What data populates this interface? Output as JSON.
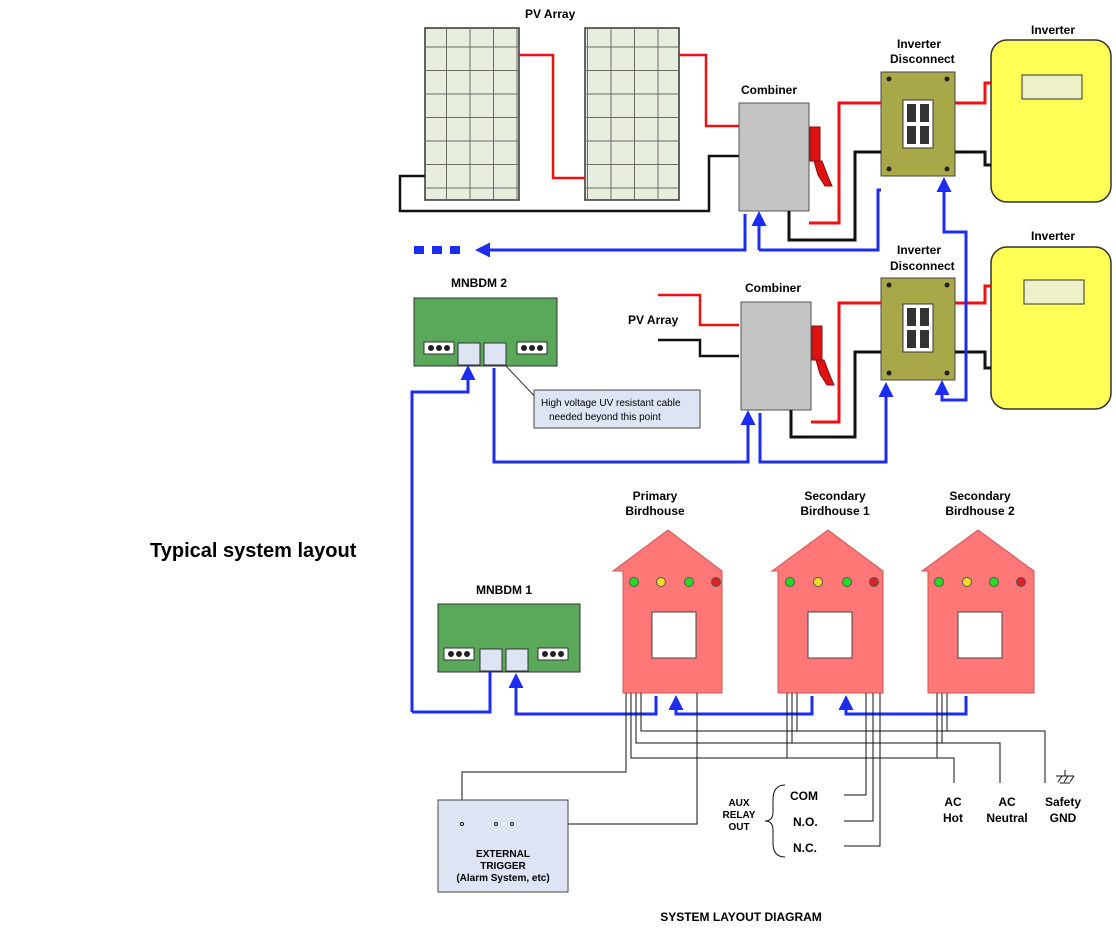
{
  "page_heading": "Typical system layout",
  "diagram_title": "SYSTEM LAYOUT DIAGRAM",
  "pv_array_top_label": "PV Array",
  "pv_array_mid_label": "PV Array",
  "combiner_top_label": "Combiner",
  "combiner_mid_label": "Combiner",
  "inverter_disconnect_top": [
    "Inverter",
    "Disconnect"
  ],
  "inverter_disconnect_mid": [
    "Inverter",
    "Disconnect"
  ],
  "inverter_top_label": "Inverter",
  "inverter_mid_label": "Inverter",
  "mnbdm2_label": "MNBDM 2",
  "mnbdm1_label": "MNBDM 1",
  "cable_note": [
    "High voltage UV resistant cable",
    "needed  beyond this point"
  ],
  "birdhouses": [
    {
      "label_line1": "Primary",
      "label_line2": "Birdhouse"
    },
    {
      "label_line1": "Secondary",
      "label_line2": "Birdhouse 1"
    },
    {
      "label_line1": "Secondary",
      "label_line2": "Birdhouse 2"
    }
  ],
  "led_colors": [
    "#22dd22",
    "#eedd22",
    "#22dd22",
    "#dd2222"
  ],
  "aux_relay_label": [
    "AUX",
    "RELAY",
    "OUT"
  ],
  "relay_terminals": [
    "COM",
    "N.O.",
    "N.C."
  ],
  "ac_hot": [
    "AC",
    "Hot"
  ],
  "ac_neutral": [
    "AC",
    "Neutral"
  ],
  "safety_gnd": [
    "Safety",
    "GND"
  ],
  "external_trigger": [
    "EXTERNAL",
    "TRIGGER",
    "(Alarm System, etc)"
  ],
  "colors": {
    "wire_red": "#ee1111",
    "wire_black": "#111111",
    "wire_blue": "#1c2cf0",
    "panel_fill": "#e8eedd",
    "combiner_fill": "#c4c4c4",
    "disconnect_fill": "#a8a848",
    "inverter_fill": "#ffff55",
    "board_fill": "#5aa85a",
    "birdhouse_fill": "#ff7777",
    "note_fill": "#dde4f4",
    "trigger_fill": "#dde4f4"
  }
}
